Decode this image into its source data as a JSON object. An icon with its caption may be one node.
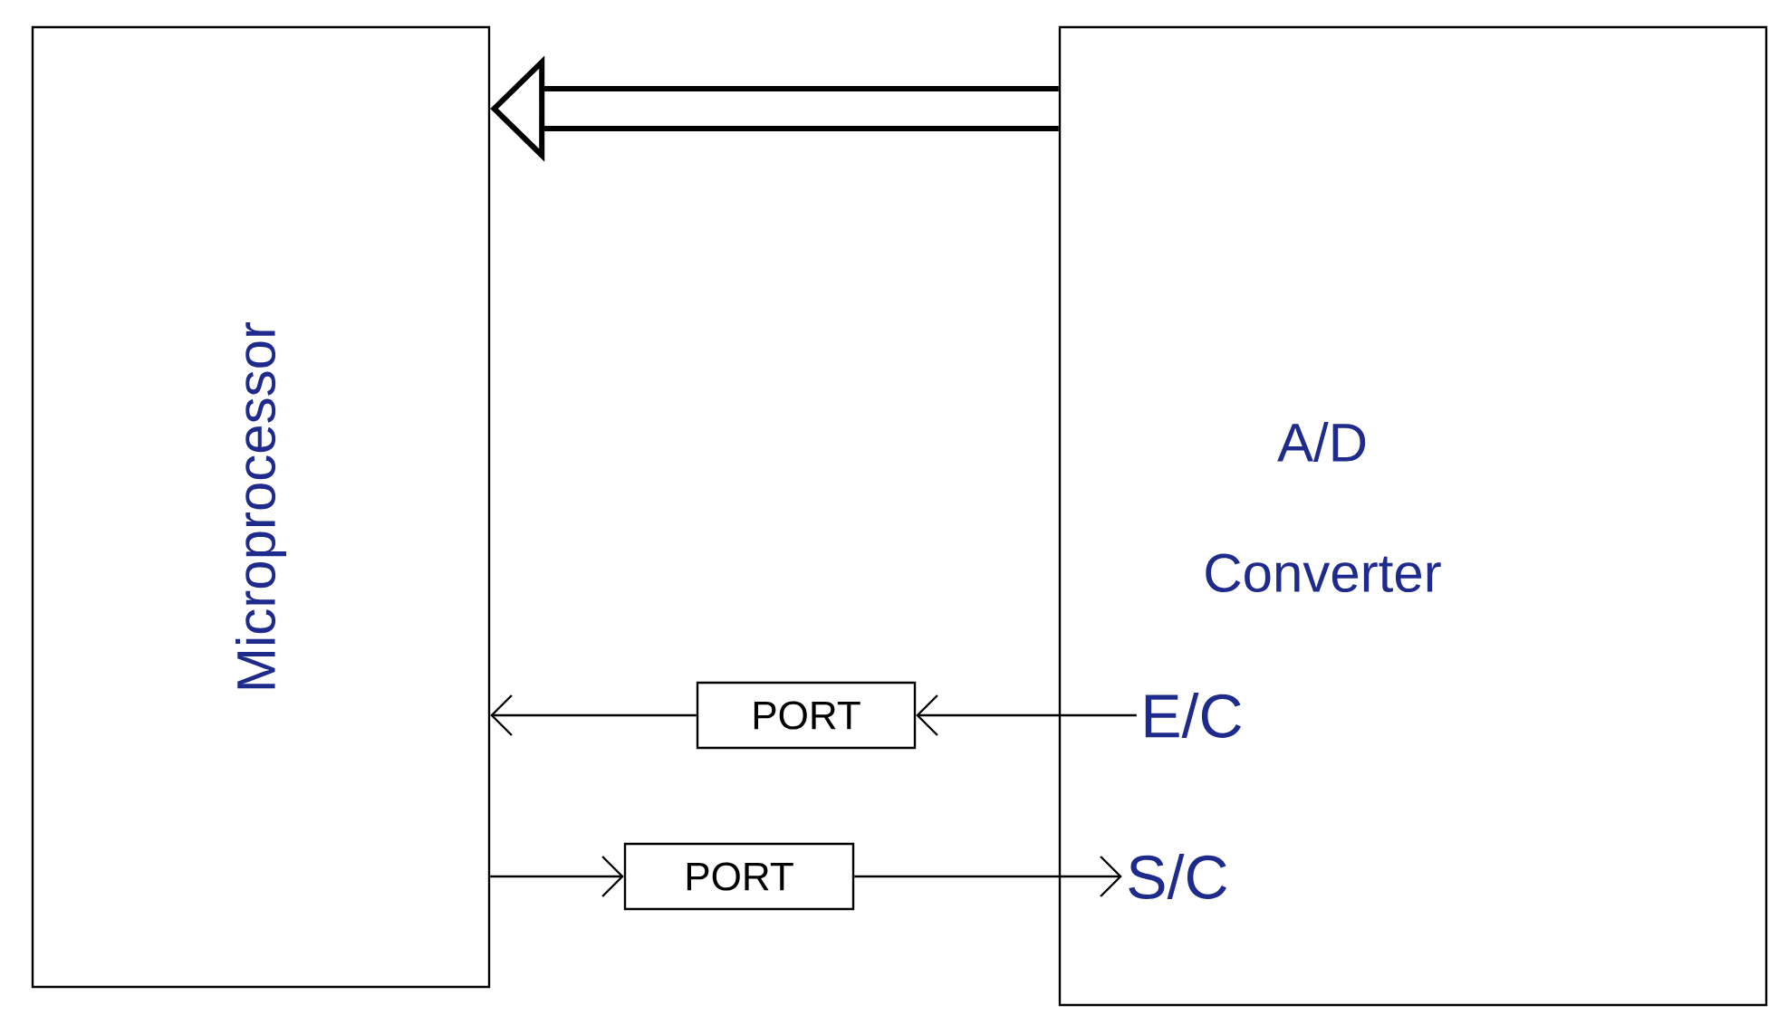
{
  "diagram": {
    "nodes": [
      {
        "text": [
          "Microprocessor"
        ]
      },
      {
        "text": [
          "A/D Converter"
        ]
      },
      {
        "text": [
          "PORT"
        ]
      },
      {
        "text": [
          "PORT"
        ]
      },
      {
        "text": [
          "E/C"
        ],
        "in": 1
      },
      {
        "text": [
          "S/C"
        ],
        "in": 1
      }
    ],
    "edges": [
      {
        "from": 1,
        "to": 0,
        "arrow": "to",
        "style": "thick"
      },
      {
        "from": 4,
        "to": 2,
        "arrow": "to"
      },
      {
        "from": 2,
        "to": 0,
        "arrow": "to"
      },
      {
        "from": 0,
        "to": 3,
        "arrow": "to"
      },
      {
        "from": 3,
        "to": 5,
        "arrow": "to"
      }
    ]
  }
}
